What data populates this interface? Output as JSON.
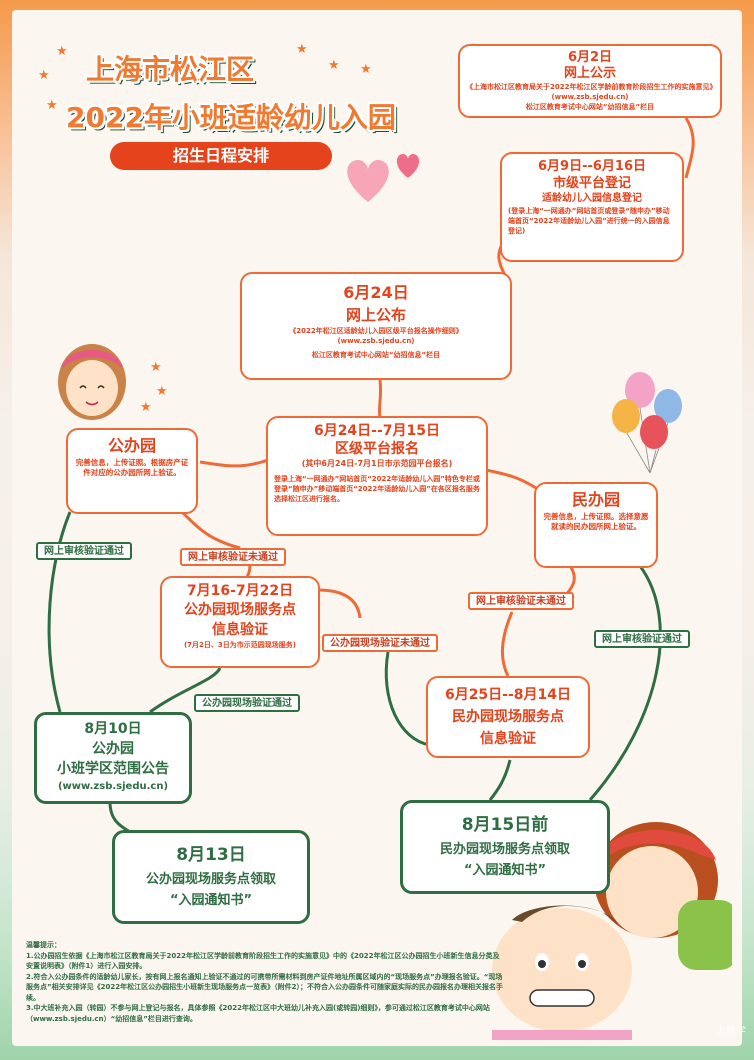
{
  "header": {
    "title_line1": "上海市松江区",
    "title_line2": "2022年小班适龄幼儿入园",
    "subtitle": "招生日程安排"
  },
  "steps": {
    "public_notice": {
      "date": "6月2日",
      "title": "网上公示",
      "detail1": "《上海市松江区教育局关于2022年松江区学龄前教育阶段招生工作的实施意见》",
      "detail2": "(www.zsb.sjedu.cn)",
      "detail3": "松江区教育考试中心网站“幼招信息”栏目"
    },
    "city_register": {
      "date": "6月9日--6月16日",
      "title": "市级平台登记",
      "subtitle": "适龄幼儿入园信息登记",
      "detail": "(登录上海“一网通办”网站首页或登录“随申办”移动端首页“2022年适龄幼儿入园”进行统一的入园信息登记)"
    },
    "online_publish": {
      "date": "6月24日",
      "title": "网上公布",
      "detail1": "《2022年松江区适龄幼儿入园区级平台报名操作细则》",
      "detail2": "(www.zsb.sjedu.cn)",
      "detail3": "松江区教育考试中心网站“幼招信息”栏目"
    },
    "district_register": {
      "date": "6月24日--7月15日",
      "title": "区级平台报名",
      "note": "(其中6月24日-7月1日市示范园平台报名)",
      "detail": "登录上海“一网通办”网站首页“2022年适龄幼儿入园”特色专栏或登录“随申办”移动端首页“2022年适龄幼儿入园”在各区报名服务选择松江区进行报名。"
    },
    "public_kg": {
      "title": "公办园",
      "detail": "完善信息，上传证照。根据房产证件对应的公办园所网上验证。"
    },
    "private_kg": {
      "title": "民办园",
      "detail": "完善信息，上传证照。选择意愿就读的民办园所网上验证。"
    },
    "public_verify": {
      "date": "7月16-7月22日",
      "title": "公办园现场服务点",
      "subtitle": "信息验证",
      "note": "(7月2日、3日为市示范园现场服务)"
    },
    "private_verify": {
      "date": "6月25日--8月14日",
      "title": "民办园现场服务点",
      "subtitle": "信息验证"
    },
    "public_announce": {
      "date": "8月10日",
      "title": "公办园",
      "subtitle": "小班学区范围公告",
      "url": "(www.zsb.sjedu.cn)"
    },
    "public_notice_receive": {
      "date": "8月13日",
      "title": "公办园现场服务点领取",
      "subtitle": "“入园通知书”"
    },
    "private_notice_receive": {
      "date": "8月15日前",
      "title": "民办园现场服务点领取",
      "subtitle": "“入园通知书”"
    }
  },
  "labels": {
    "public_online_pass": "网上审核验证通过",
    "public_online_fail": "网上审核验证未通过",
    "public_onsite_pass": "公办园现场验证通过",
    "public_onsite_fail": "公办园现场验证未通过",
    "private_online_fail": "网上审核验证未通过",
    "private_online_pass": "网上审核验证通过"
  },
  "notes": {
    "heading": "温馨提示：",
    "item1": "1.公办园招生依据《上海市松江区教育局关于2022年松江区学龄前教育阶段招生工作的实施意见》中的《2022年松江区公办园招生小班新生信息分类及安置说明表》（附件1）进行入园安排。",
    "item2": "2.符合入公办园条件的适龄幼儿家长，按有网上报名通知上验证不通过的可携带所需材料到房产证件地址所属区域内的“现场服务点”办理报名验证。“现场服务点”相关安排详见《2022年松江区公办园招生小班新生现场服务点一览表》（附件2）；不符合入公办园条件可随家庭实际的民办园报名办理相关报名手续。",
    "item3": "3.中大班补充入园（转园）不参与网上登记与报名，具体参照《2022年松江区中大班幼儿补充入园(或转园)细则》，参可通过松江区教育考试中心网站（www.zsb.sjedu.cn）“幼招信息”栏目进行查询。"
  },
  "watermark": "上教学",
  "colors": {
    "orange": "#ee6a36",
    "green": "#2f6d43",
    "accent_red": "#e4431c"
  }
}
